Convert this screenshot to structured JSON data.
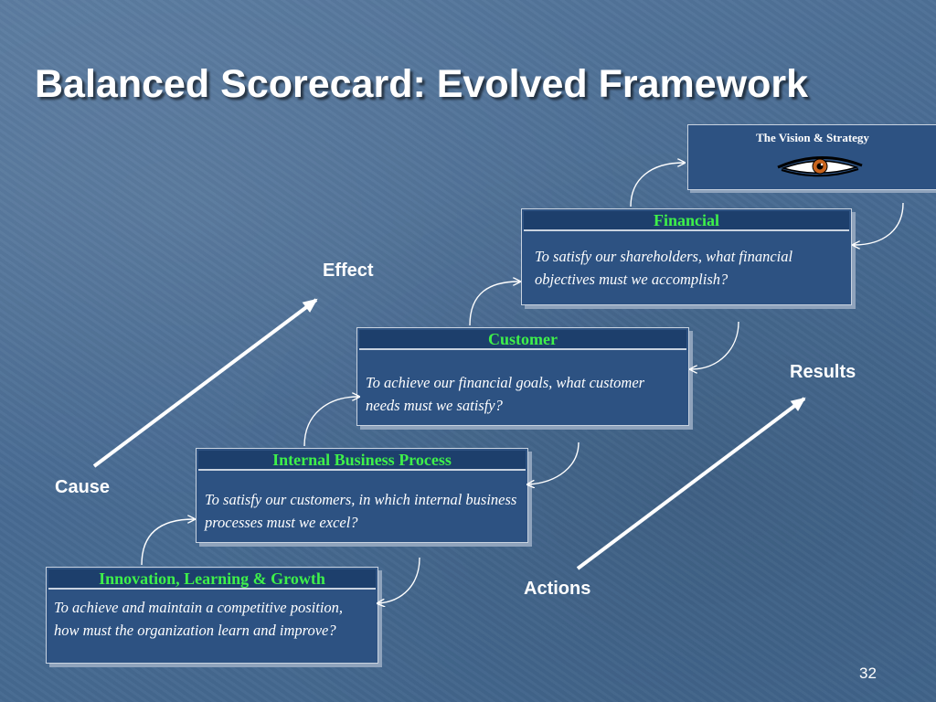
{
  "slide": {
    "title": "Balanced Scorecard: Evolved Framework",
    "page_number": "32"
  },
  "vision": {
    "title": "The Vision & Strategy",
    "icon": "eye-icon"
  },
  "perspectives": [
    {
      "title": "Financial",
      "question": "To satisfy our shareholders, what financial objectives must we accomplish?"
    },
    {
      "title": "Customer",
      "question": "To achieve our financial goals, what customer needs must we satisfy?"
    },
    {
      "title": "Internal Business Process",
      "question": "To satisfy our customers, in which internal business processes must we excel?"
    },
    {
      "title": "Innovation, Learning & Growth",
      "question": "To achieve and maintain a competitive position, how must the organization learn and improve?"
    }
  ],
  "labels": {
    "effect": "Effect",
    "cause": "Cause",
    "results": "Results",
    "actions": "Actions"
  },
  "colors": {
    "background": "#4d6f95",
    "box_fill": "#2d5282",
    "heading_green": "#3ef04a",
    "text_white": "#ffffff"
  }
}
